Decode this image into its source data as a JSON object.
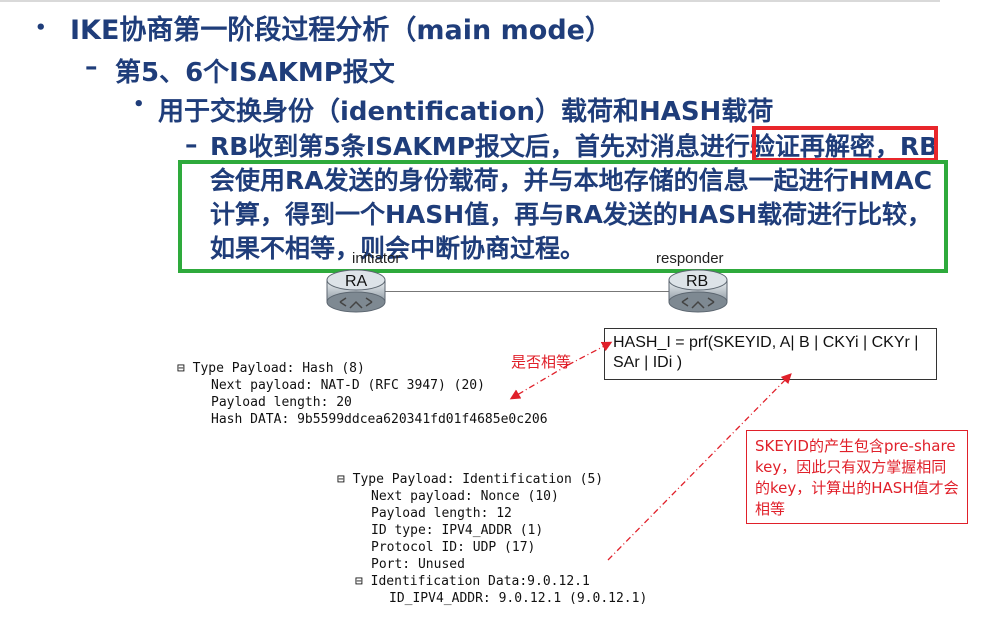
{
  "bullets": {
    "level1": "IKE协商第一阶段过程分析（main mode）",
    "level2": "第5、6个ISAKMP报文",
    "level3": "用于交换身份（identification）载荷和HASH载荷",
    "paragraph": "RB收到第5条ISAKMP报文后，首先对消息进行验证再解密，RB会使用RA发送的身份载荷，并与本地存储的信息一起进行HMAC计算，得到一个HASH值，再与RA发送的HASH载荷进行比较，如果不相等，则会中断协商过程。"
  },
  "routers": {
    "initiator": {
      "role": "initiator",
      "name": "RA"
    },
    "responder": {
      "role": "responder",
      "name": "RB"
    }
  },
  "hash_tree": {
    "header": "⊟ Type Payload: Hash (8)",
    "next": "Next payload: NAT-D (RFC 3947) (20)",
    "length": "Payload length: 20",
    "data": "Hash DATA: 9b5599ddcea620341fd01f4685e0c206"
  },
  "id_tree": {
    "header": "⊟ Type Payload: Identification (5)",
    "next": "Next payload: Nonce (10)",
    "length": "Payload length: 12",
    "id_type": "ID type: IPV4_ADDR (1)",
    "protocol": "Protocol ID: UDP (17)",
    "port": "Port: Unused",
    "id_data": "⊟ Identification Data:9.0.12.1",
    "id_addr": "ID_IPV4_ADDR: 9.0.12.1 (9.0.12.1)"
  },
  "hash_formula": "HASH_I = prf(SKEYID, A| B | CKYi | CKYr | SAr | IDi )",
  "compare_label": "是否相等",
  "note": "SKEYID的产生包含pre-share key，因此只有双方掌握相同的key，计算出的HASH值才会相等",
  "colors": {
    "title_blue": "#1f3d7a",
    "highlight_red": "#e8262b",
    "highlight_green": "#2eaa3c",
    "annotation_red": "#e0202a"
  }
}
